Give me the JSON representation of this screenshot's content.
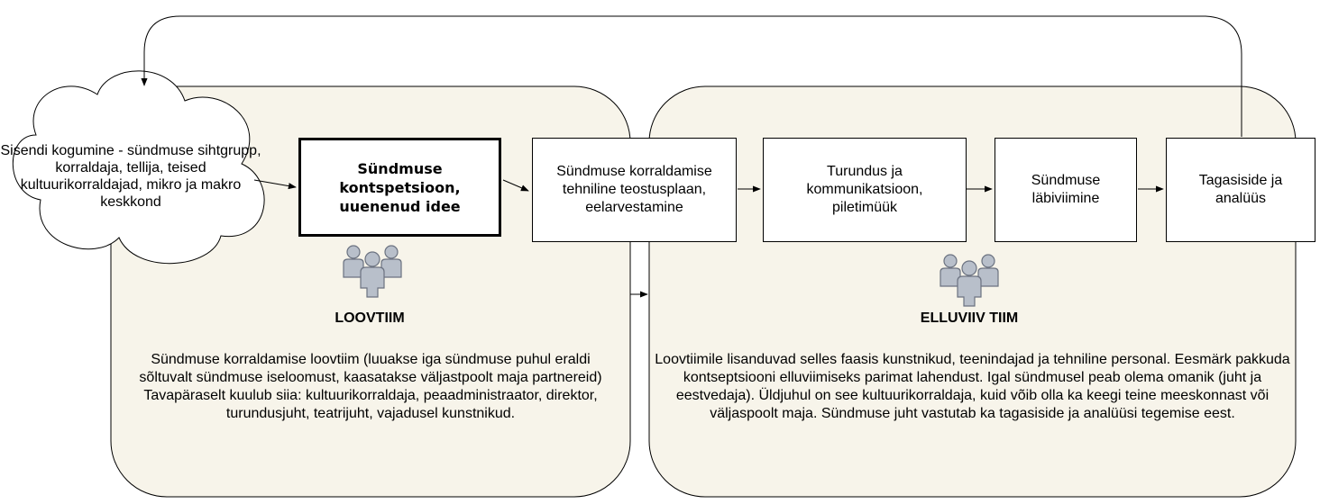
{
  "input": {
    "text": "Sisendi kogumine - sündmuse sihtgrupp, korraldaja, tellija, teised kultuurikorraldajad, mikro ja makro keskkond"
  },
  "steps": [
    {
      "label": "Sündmuse kontspetsioon, uuenenud idee"
    },
    {
      "label": "Sündmuse korraldamise tehniline teostusplaan, eelarvestamine"
    },
    {
      "label": "Turundus ja kommunikatsioon, piletimüük"
    },
    {
      "label": "Sündmuse läbiviimine"
    },
    {
      "label": "Tagasiside ja analüüs"
    }
  ],
  "teams": [
    {
      "title": "LOOVTIIM",
      "description": "Sündmuse korraldamise loovtiim (luuakse iga sündmuse puhul eraldi sõltuvalt sündmuse iseloomust, kaasatakse väljastpoolt maja partnereid) Tavapäraselt kuulub siia: kultuurikorraldaja, peaadministraator, direktor, turundusjuht, teatrijuht, vajadusel kunstnikud."
    },
    {
      "title": "ELLUVIIV TIIM",
      "description": "Loovtiimile lisanduvad selles faasis kunstnikud, teenindajad ja tehniline personal. Eesmärk pakkuda kontseptsiooni elluviimiseks parimat lahendust. Igal sündmusel peab olema omanik (juht ja eestvedaja). Üldjuhul on see kultuurikorraldaja, kuid võib olla ka keegi teine meeskonnast või väljaspoolt maja. Sündmuse juht vastutab ka tagasiside ja analüüsi tegemise eest."
    }
  ],
  "colors": {
    "panel_fill": "#f7f4ea",
    "stroke": "#000000",
    "people_fill": "#b8bfca",
    "people_stroke": "#6b7280"
  },
  "icons": [
    "cloud-shape",
    "people-group-icon"
  ]
}
